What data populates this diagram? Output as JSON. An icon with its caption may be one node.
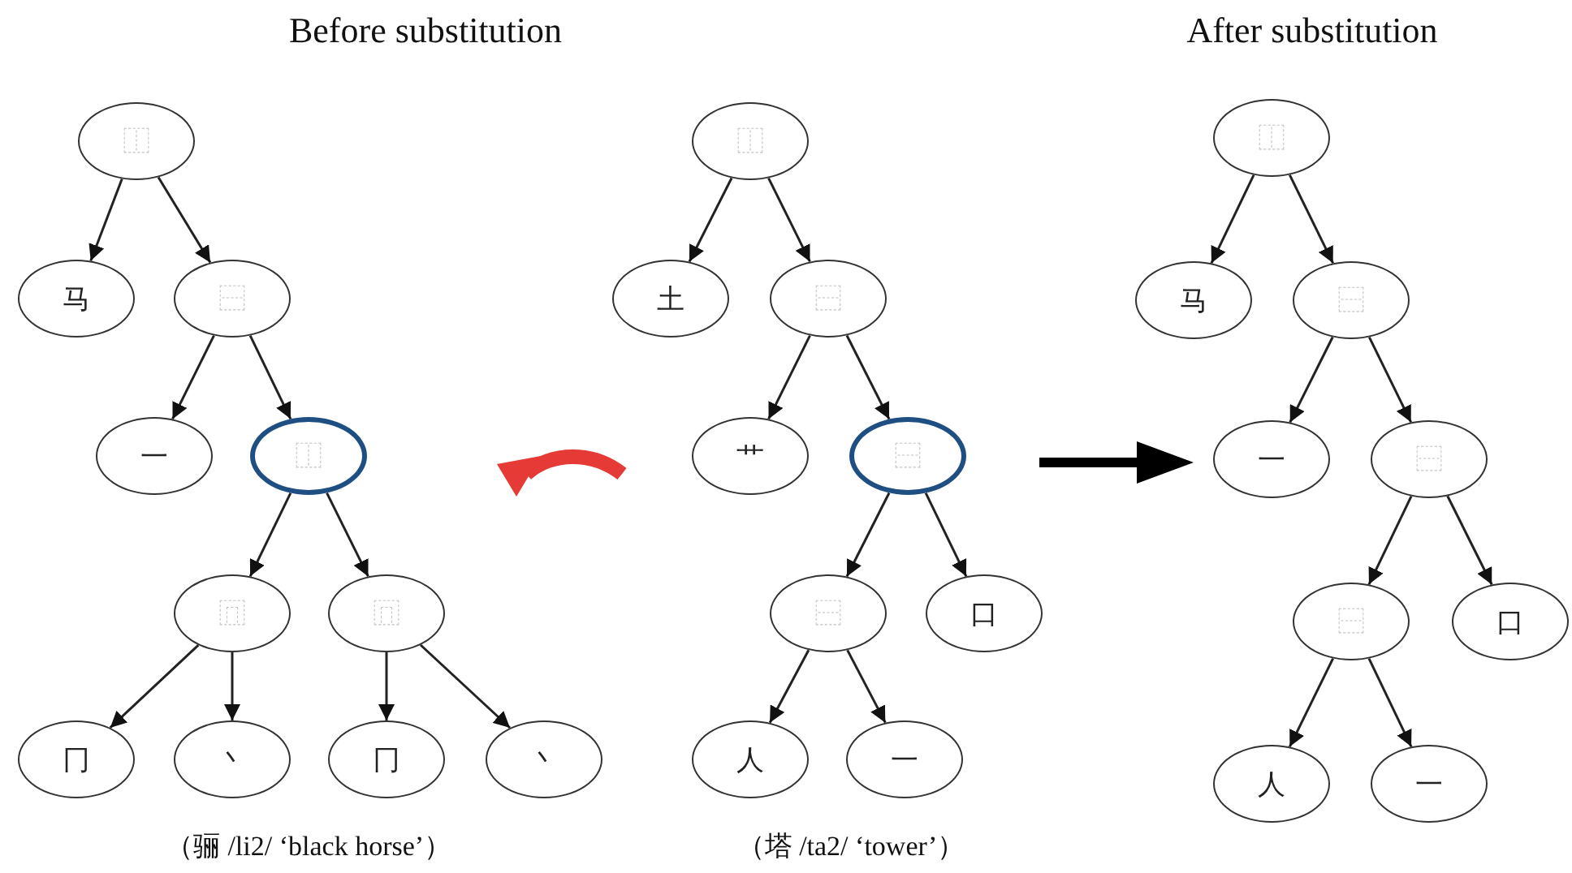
{
  "diagram": {
    "nodes": [
      {
        "text": [
          "⿰"
        ]
      },
      {
        "text": [
          "马"
        ]
      },
      {
        "text": [
          "⿱"
        ]
      },
      {
        "text": [
          "一"
        ]
      },
      {
        "text": [
          "⿰"
        ]
      },
      {
        "text": [
          "⿵"
        ]
      },
      {
        "text": [
          "⿵"
        ]
      },
      {
        "text": [
          "冂"
        ]
      },
      {
        "text": [
          "丶"
        ]
      },
      {
        "text": [
          "冂"
        ]
      },
      {
        "text": [
          "丶"
        ]
      },
      {
        "text": [
          "⿰"
        ]
      },
      {
        "text": [
          "土"
        ]
      },
      {
        "text": [
          "⿱"
        ]
      },
      {
        "text": [
          "艹"
        ]
      },
      {
        "text": [
          "⿱"
        ]
      },
      {
        "text": [
          "⿱"
        ]
      },
      {
        "text": [
          "口"
        ]
      },
      {
        "text": [
          "人"
        ]
      },
      {
        "text": [
          "一"
        ]
      },
      {
        "text": [
          "⿰"
        ]
      },
      {
        "text": [
          "马"
        ]
      },
      {
        "text": [
          "⿱"
        ]
      },
      {
        "text": [
          "一"
        ]
      },
      {
        "text": [
          "⿱"
        ]
      },
      {
        "text": [
          "⿱"
        ]
      },
      {
        "text": [
          "口"
        ]
      },
      {
        "text": [
          "人"
        ]
      },
      {
        "text": [
          "一"
        ]
      }
    ],
    "edges": [
      {
        "from": 0,
        "to": 1,
        "arrow": "to"
      },
      {
        "from": 0,
        "to": 2,
        "arrow": "to"
      },
      {
        "from": 2,
        "to": 3,
        "arrow": "to"
      },
      {
        "from": 2,
        "to": 4,
        "arrow": "to"
      },
      {
        "from": 4,
        "to": 5,
        "arrow": "to"
      },
      {
        "from": 4,
        "to": 6,
        "arrow": "to"
      },
      {
        "from": 5,
        "to": 7,
        "arrow": "to"
      },
      {
        "from": 5,
        "to": 8,
        "arrow": "to"
      },
      {
        "from": 6,
        "to": 9,
        "arrow": "to"
      },
      {
        "from": 6,
        "to": 10,
        "arrow": "to"
      },
      {
        "from": 11,
        "to": 12,
        "arrow": "to"
      },
      {
        "from": 11,
        "to": 13,
        "arrow": "to"
      },
      {
        "from": 13,
        "to": 14,
        "arrow": "to"
      },
      {
        "from": 13,
        "to": 15,
        "arrow": "to"
      },
      {
        "from": 15,
        "to": 16,
        "arrow": "to"
      },
      {
        "from": 15,
        "to": 17,
        "arrow": "to"
      },
      {
        "from": 16,
        "to": 18,
        "arrow": "to"
      },
      {
        "from": 16,
        "to": 19,
        "arrow": "to"
      },
      {
        "from": 20,
        "to": 21,
        "arrow": "to"
      },
      {
        "from": 20,
        "to": 22,
        "arrow": "to"
      },
      {
        "from": 22,
        "to": 23,
        "arrow": "to"
      },
      {
        "from": 22,
        "to": 24,
        "arrow": "to"
      },
      {
        "from": 24,
        "to": 25,
        "arrow": "to"
      },
      {
        "from": 24,
        "to": 26,
        "arrow": "to"
      },
      {
        "from": 25,
        "to": 27,
        "arrow": "to"
      },
      {
        "from": 25,
        "to": 28,
        "arrow": "to"
      }
    ],
    "labels": [
      "Before substitution",
      "After substitution",
      "（骊 /li2/ ‘black horse’）",
      "（塔 /ta2/ ‘tower’）"
    ]
  }
}
